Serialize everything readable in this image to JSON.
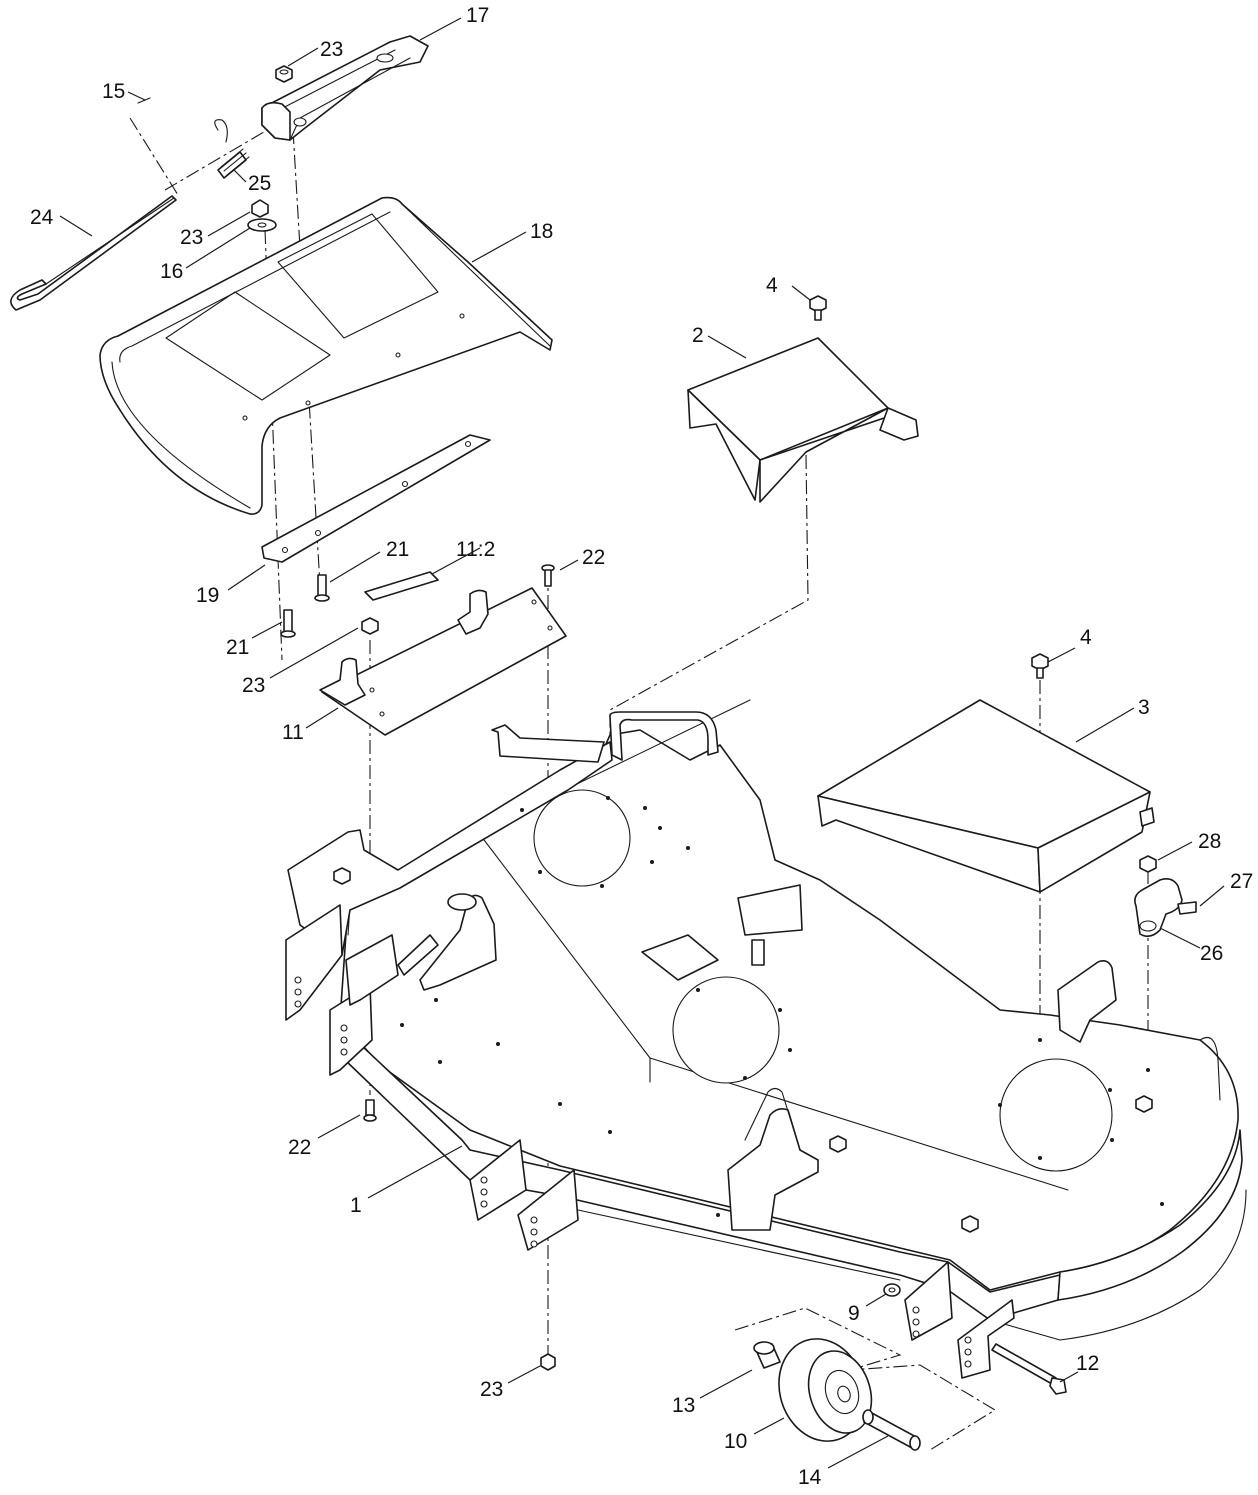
{
  "callouts": {
    "c1": "1",
    "c2": "2",
    "c3": "3",
    "c4a": "4",
    "c4b": "4",
    "c9": "9",
    "c10": "10",
    "c11": "11",
    "c11_2": "11:2",
    "c12": "12",
    "c13": "13",
    "c14": "14",
    "c15": "15",
    "c16": "16",
    "c17": "17",
    "c18": "18",
    "c19": "19",
    "c21a": "21",
    "c21b": "21",
    "c22a": "22",
    "c22b": "22",
    "c23a": "23",
    "c23b": "23",
    "c23c": "23",
    "c23d": "23",
    "c24": "24",
    "c25": "25",
    "c26": "26",
    "c27": "27",
    "c28": "28"
  }
}
